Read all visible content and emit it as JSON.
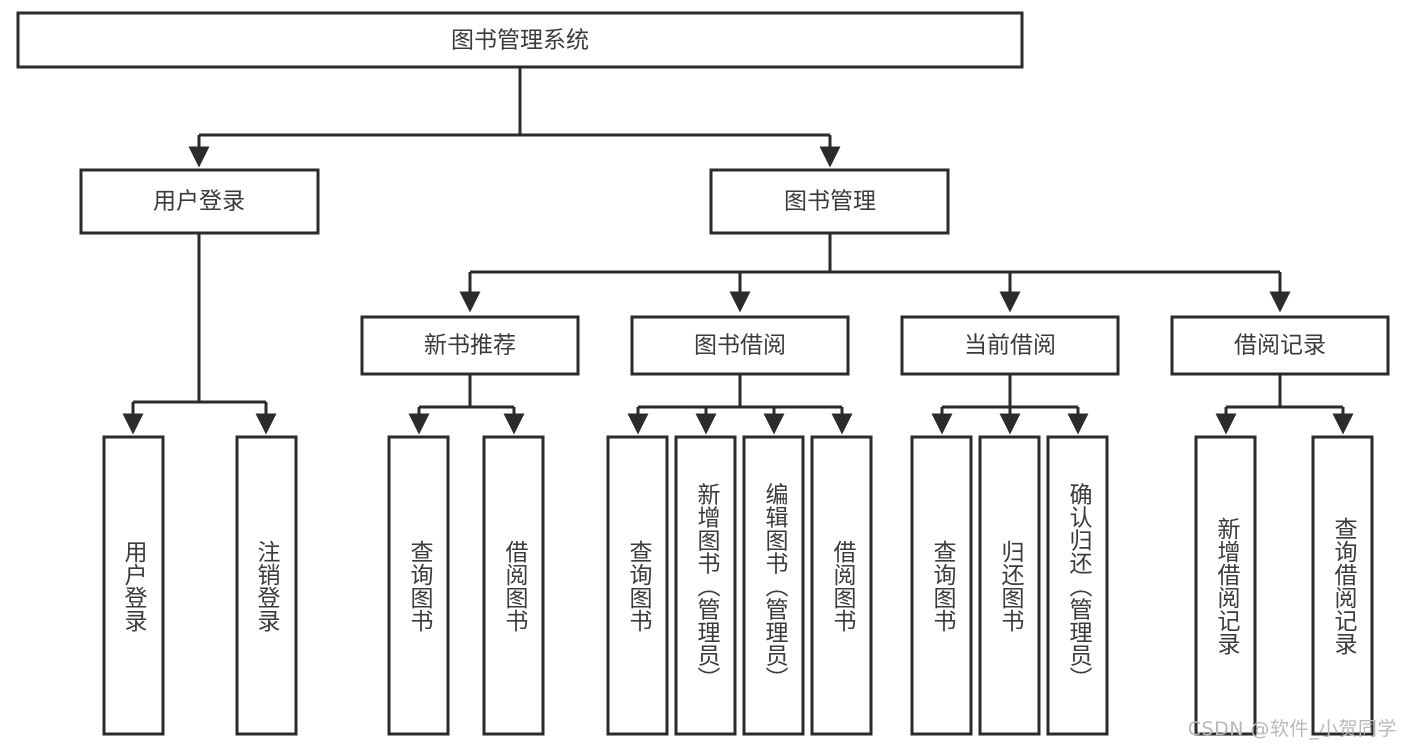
{
  "diagram": {
    "title": "图书管理系统",
    "watermark": "CSDN @软件_小贺同学",
    "colors": {
      "box_stroke": "#2b2b2b",
      "box_fill": "#ffffff",
      "text": "#3b3b3b",
      "connector": "#2b2b2b",
      "watermark": "#b9b9b9",
      "background": "#ffffff"
    },
    "levels": {
      "root": {
        "label": "图书管理系统"
      },
      "level2": [
        {
          "label": "用户登录"
        },
        {
          "label": "图书管理"
        }
      ],
      "level3": [
        {
          "label": "新书推荐"
        },
        {
          "label": "图书借阅"
        },
        {
          "label": "当前借阅"
        },
        {
          "label": "借阅记录"
        }
      ],
      "leaves": {
        "user_login": [
          {
            "label": "用户登录"
          },
          {
            "label": "注销登录"
          }
        ],
        "new_book_recommend": [
          {
            "label": "查询图书"
          },
          {
            "label": "借阅图书"
          }
        ],
        "book_borrow": [
          {
            "label": "查询图书"
          },
          {
            "label": "新增图书（管理员）"
          },
          {
            "label": "编辑图书（管理员）"
          },
          {
            "label": "借阅图书"
          }
        ],
        "current_borrow": [
          {
            "label": "查询图书"
          },
          {
            "label": "归还图书"
          },
          {
            "label": "确认归还（管理员）"
          }
        ],
        "borrow_record": [
          {
            "label": "新增借阅记录"
          },
          {
            "label": "查询借阅记录"
          }
        ]
      }
    }
  }
}
